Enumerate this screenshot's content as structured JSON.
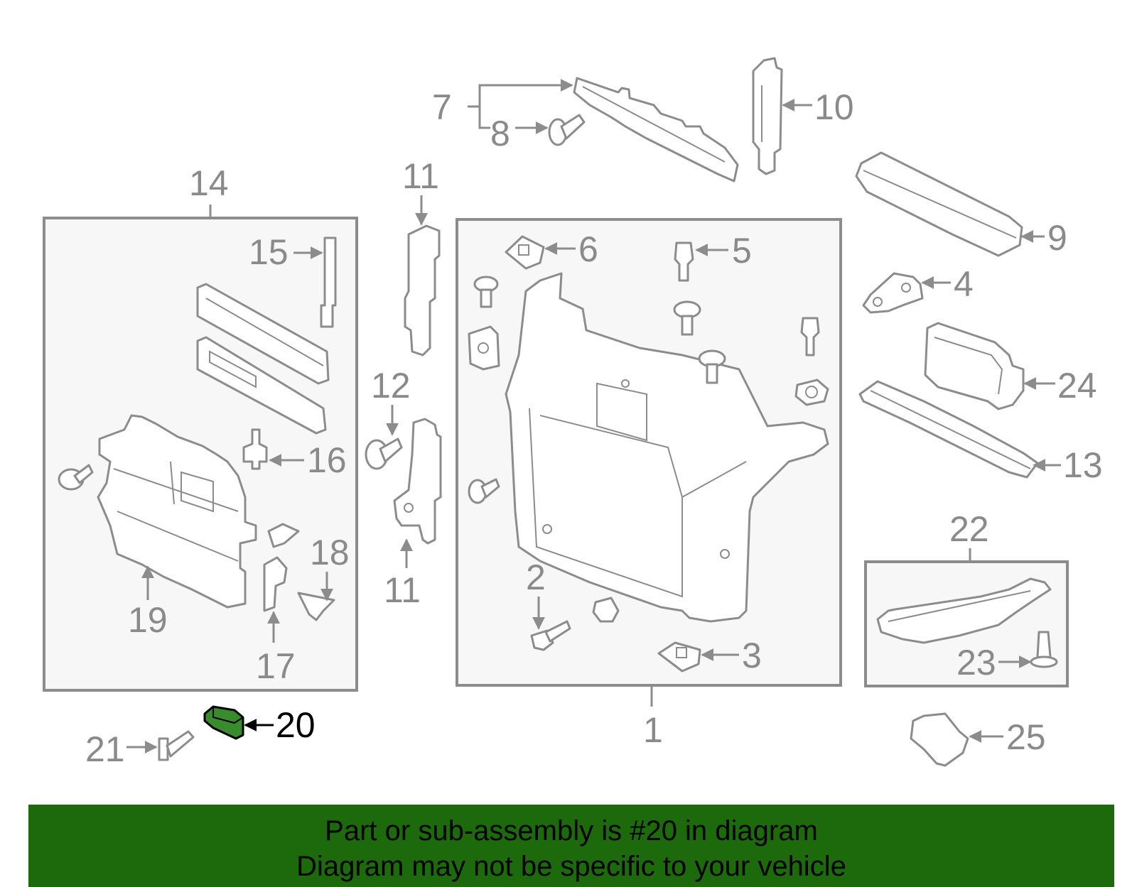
{
  "callouts": {
    "c1": "1",
    "c2": "2",
    "c3": "3",
    "c4": "4",
    "c5": "5",
    "c6": "6",
    "c7": "7",
    "c8": "8",
    "c9": "9",
    "c10": "10",
    "c11a": "11",
    "c11b": "11",
    "c12": "12",
    "c13": "13",
    "c14": "14",
    "c15": "15",
    "c16": "16",
    "c17": "17",
    "c18": "18",
    "c19": "19",
    "c20": "20",
    "c21": "21",
    "c22": "22",
    "c23": "23",
    "c24": "24",
    "c25": "25"
  },
  "highlighted_part": "20",
  "colors": {
    "highlight": "#3a8a2e",
    "footer": "#1c6a0c",
    "parts": "#8c8c8c"
  },
  "footer": {
    "line1": "Part or sub-assembly is #20 in diagram",
    "line2": "Diagram may not be specific to your vehicle"
  }
}
